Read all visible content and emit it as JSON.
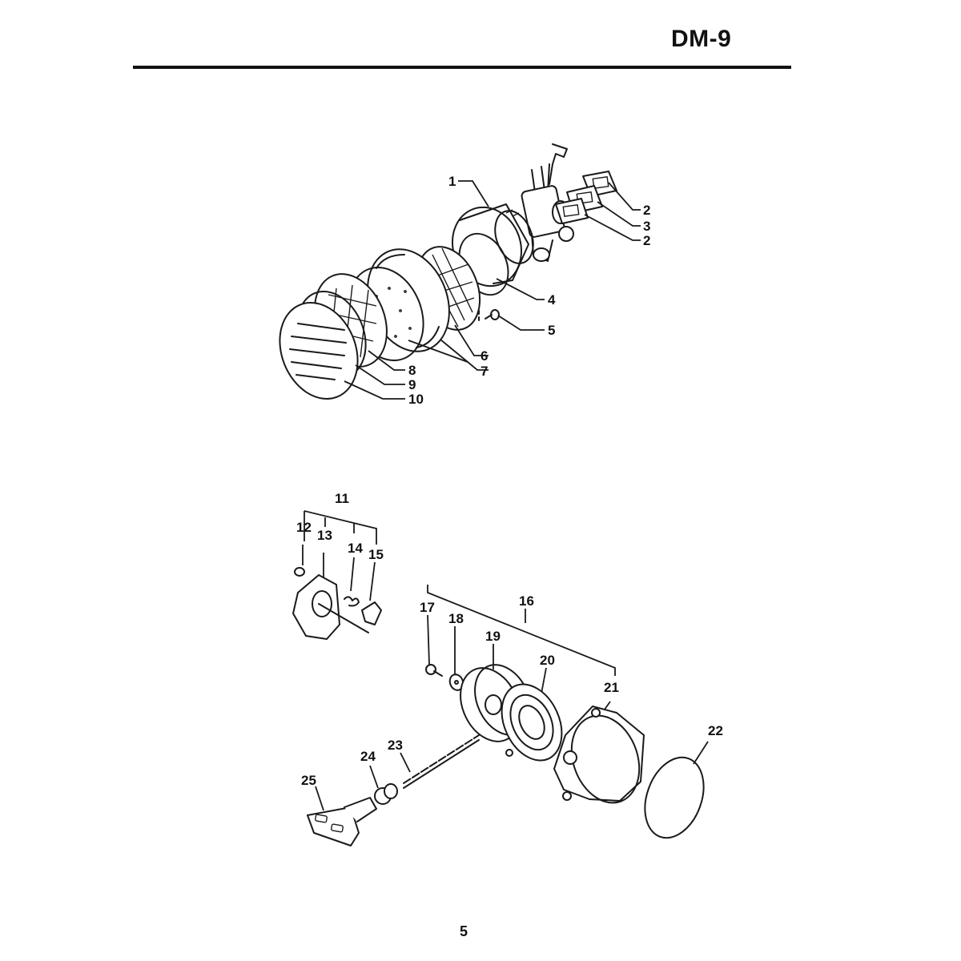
{
  "header": {
    "model_code": "DM-9"
  },
  "footer": {
    "page_number": "5"
  },
  "diagram": {
    "callouts": {
      "c1": "1",
      "c2a": "2",
      "c3": "3",
      "c2b": "2",
      "c4": "4",
      "c5": "5",
      "c6": "6",
      "c7": "7",
      "c8": "8",
      "c9": "9",
      "c10": "10",
      "c11": "11",
      "c12": "12",
      "c13": "13",
      "c14": "14",
      "c15": "15",
      "c16": "16",
      "c17": "17",
      "c18": "18",
      "c19": "19",
      "c20": "20",
      "c21": "21",
      "c22": "22",
      "c23": "23",
      "c24": "24",
      "c25": "25"
    }
  }
}
